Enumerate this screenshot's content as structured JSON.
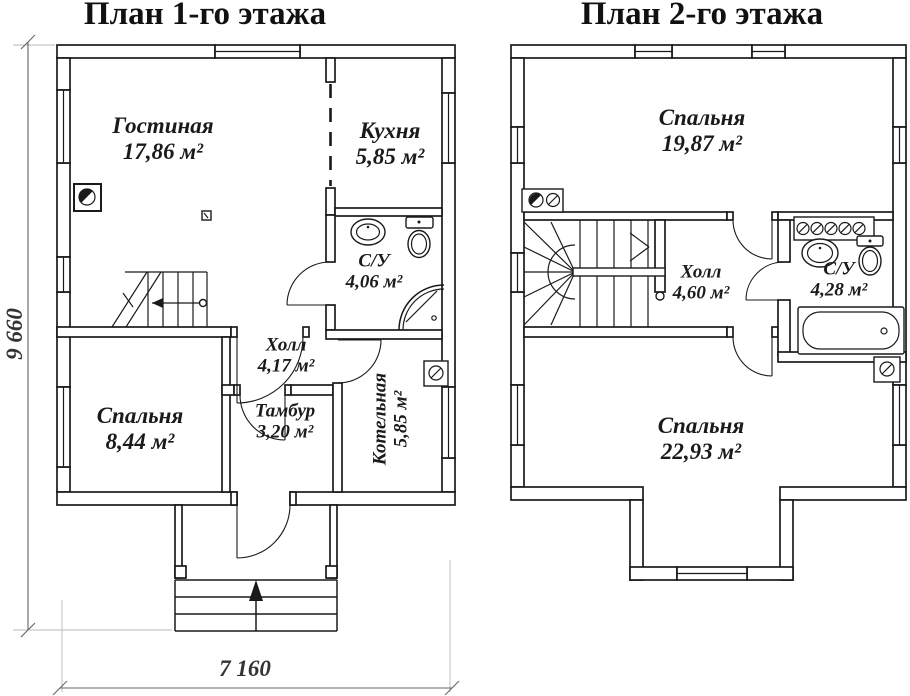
{
  "colors": {
    "line": "#1a1a1a",
    "dimension_line": "#666666",
    "background": "#ffffff"
  },
  "floor1": {
    "title": "План 1-го этажа",
    "rooms": {
      "living": {
        "name": "Гостиная",
        "area": "17,86 м²"
      },
      "kitchen": {
        "name": "Кухня",
        "area": "5,85 м²"
      },
      "bathroom": {
        "name": "С/У",
        "area": "4,06 м²"
      },
      "hall": {
        "name": "Холл",
        "area": "4,17 м²"
      },
      "bedroom": {
        "name": "Спальня",
        "area": "8,44 м²"
      },
      "vestibule": {
        "name": "Тамбур",
        "area": "3,20 м²"
      },
      "boiler": {
        "name": "Котельная",
        "area": "5,85 м²"
      }
    }
  },
  "floor2": {
    "title": "План 2-го этажа",
    "rooms": {
      "bedroom_top": {
        "name": "Спальня",
        "area": "19,87 м²"
      },
      "hall": {
        "name": "Холл",
        "area": "4,60 м²"
      },
      "bathroom": {
        "name": "С/У",
        "area": "4,28 м²"
      },
      "bedroom_bottom": {
        "name": "Спальня",
        "area": "22,93 м²"
      }
    }
  },
  "dimensions": {
    "overall_depth": "9 660",
    "overall_width": "7 160"
  }
}
